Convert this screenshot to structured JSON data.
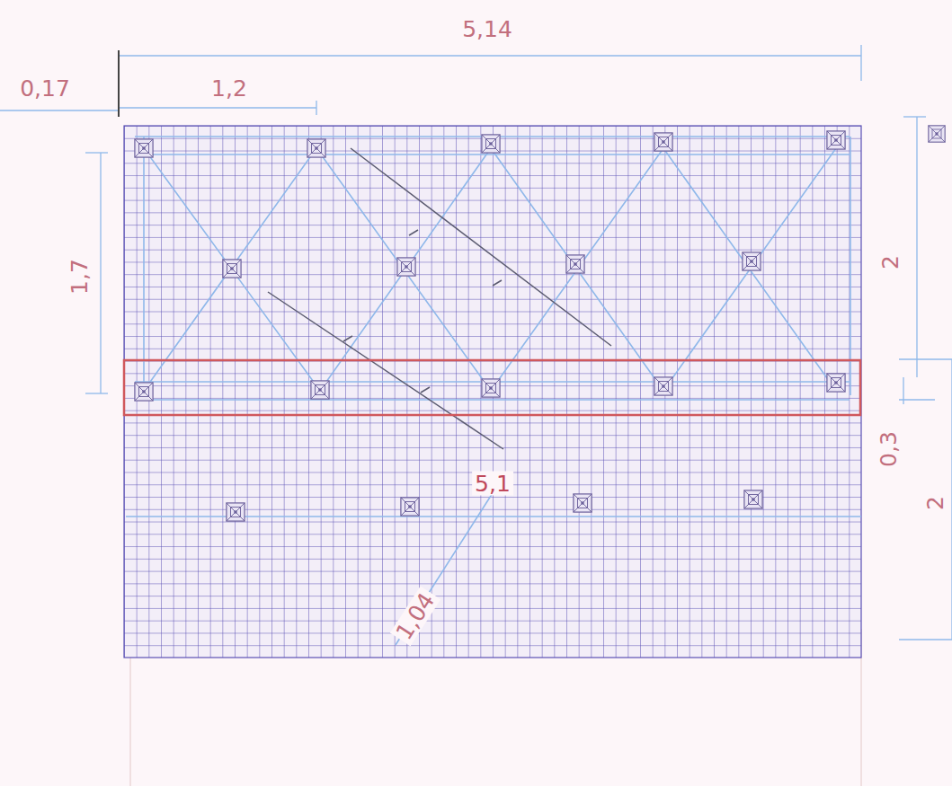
{
  "diagram": {
    "labels": [
      "5,14",
      "0,17",
      "1,2",
      "1,7",
      "2",
      "0,3",
      "5,1",
      "2",
      "1,04"
    ]
  }
}
